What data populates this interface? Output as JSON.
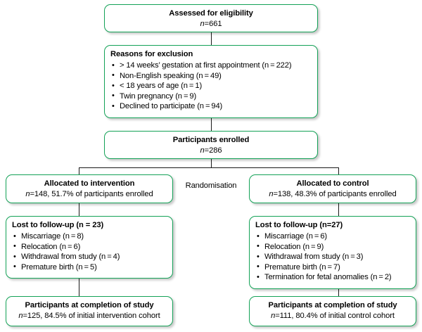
{
  "diagram": {
    "type": "consort-flow-diagram",
    "accent_color": "#14a257",
    "connector_color": "#1a1a1a",
    "background": "#ffffff"
  },
  "eligibility": {
    "title": "Assessed for eligibility",
    "count_prefix": "n",
    "count_text": "=661"
  },
  "exclusion": {
    "title": "Reasons for exclusion",
    "reasons": [
      "> 14 weeks’ gestation at first appointment (n = 222)",
      "Non-English speaking (n = 49)",
      "< 18 years of age (n = 1)",
      "Twin pregnancy (n = 9)",
      "Declined to participate (n = 94)"
    ]
  },
  "enrolled": {
    "title": "Participants enrolled",
    "count_prefix": "n",
    "count_text": "=286"
  },
  "randomisation": {
    "label": "Randomisation"
  },
  "allocation": {
    "intervention": {
      "title": "Allocated to intervention",
      "count_prefix": "n",
      "count_text": "=148, 51.7% of participants enrolled"
    },
    "control": {
      "title": "Allocated to control",
      "count_prefix": "n",
      "count_text": "=138, 48.3% of participants enrolled"
    }
  },
  "lost_to_followup": {
    "intervention": {
      "title": "Lost to follow-up (n = 23)",
      "reasons": [
        "Miscarriage (n = 8)",
        "Relocation (n = 6)",
        "Withdrawal from study (n = 4)",
        "Premature birth (n = 5)"
      ]
    },
    "control": {
      "title": "Lost to follow-up (n=27)",
      "reasons": [
        "Miscarriage (n = 6)",
        "Relocation (n = 9)",
        "Withdrawal from study (n = 3)",
        "Premature birth (n = 7)",
        "Termination for fetal anomalies (n = 2)"
      ]
    }
  },
  "completion": {
    "intervention": {
      "title": "Participants at completion of study",
      "count_prefix": "n",
      "count_text": "=125, 84.5% of initial intervention cohort"
    },
    "control": {
      "title": "Participants at completion of study",
      "count_prefix": "n",
      "count_text": "=111, 80.4% of initial control cohort"
    }
  }
}
